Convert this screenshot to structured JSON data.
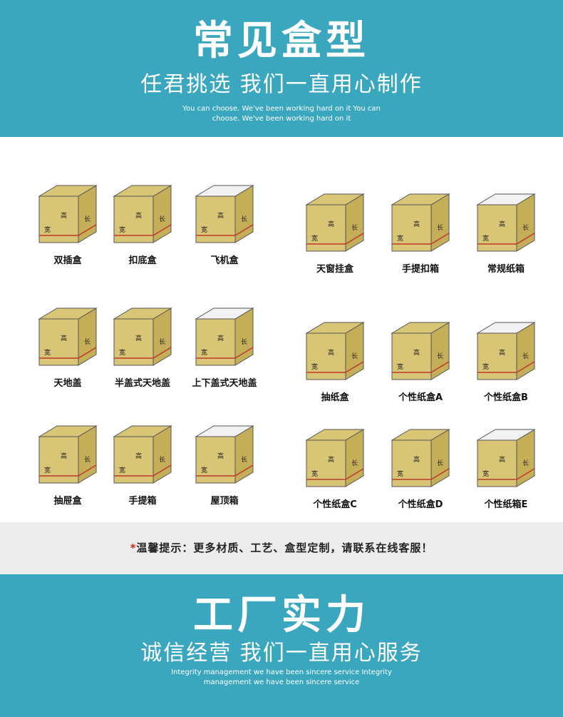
{
  "header": {
    "title": "常见盒型",
    "subtitle": "任君挑选 我们一直用心制作",
    "english": "You can choose. We've been working hard on it You can choose. We've been working hard on it"
  },
  "boxes": [
    {
      "label": "双插盒",
      "dims": [
        "宽",
        "高",
        "长"
      ]
    },
    {
      "label": "扣底盒",
      "dims": [
        "宽",
        "高",
        "长"
      ]
    },
    {
      "label": "飞机盒",
      "dims": [
        "宽",
        "高",
        "长"
      ]
    },
    {
      "label": "天窗挂盒",
      "dims": [
        "宽",
        "高",
        "长"
      ]
    },
    {
      "label": "手提扣箱",
      "dims": [
        "宽",
        "高",
        "长"
      ]
    },
    {
      "label": "常规纸箱",
      "dims": [
        "宽",
        "高",
        "长"
      ]
    },
    {
      "label": "天地盖",
      "dims": [
        "宽",
        "高",
        "长"
      ]
    },
    {
      "label": "半盖式天地盖",
      "dims": [
        "宽",
        "高",
        "长"
      ]
    },
    {
      "label": "上下盖式天地盖",
      "dims": [
        "宽",
        "高",
        "长"
      ]
    },
    {
      "label": "抽纸盒",
      "dims": [
        "宽",
        "高",
        "长"
      ]
    },
    {
      "label": "个性纸盒A",
      "dims": [
        "宽",
        "高",
        "长"
      ]
    },
    {
      "label": "个性纸盒B",
      "dims": [
        "宽",
        "高",
        "长"
      ]
    },
    {
      "label": "抽屉盒",
      "dims": [
        "宽",
        "高",
        "长"
      ]
    },
    {
      "label": "手提箱",
      "dims": [
        "宽",
        "高",
        "长"
      ]
    },
    {
      "label": "屋顶箱",
      "dims": [
        "宽",
        "高",
        "长"
      ]
    },
    {
      "label": "个性纸盒C",
      "dims": [
        "宽",
        "高",
        "长"
      ]
    },
    {
      "label": "个性纸盒D",
      "dims": [
        "宽",
        "高",
        "长"
      ]
    },
    {
      "label": "个性纸箱E",
      "dims": [
        "宽",
        "高",
        "长"
      ]
    }
  ],
  "notice": {
    "star": "*",
    "text": "温馨提示：更多材质、工艺、盒型定制，请联系在线客服！"
  },
  "footer": {
    "title": "工厂实力",
    "subtitle": "诚信经营 我们一直用心服务",
    "english": "Integrity management we have been sincere service Integrity management we have been sincere service"
  },
  "colors": {
    "banner": "#3aa7bf",
    "kraft": "#d9c576",
    "kraft_dark": "#c4ae58",
    "edge": "#c0392b",
    "inner": "#f2f2f2"
  }
}
